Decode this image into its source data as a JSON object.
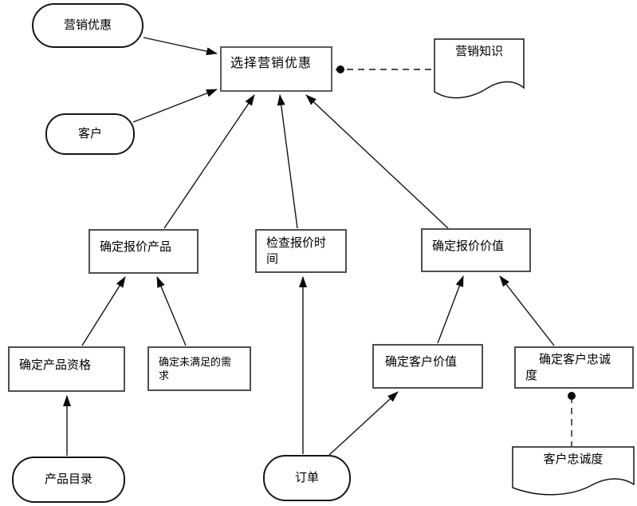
{
  "diagram": {
    "type": "flowchart",
    "background": "#ffffff",
    "colors": {
      "edge_line": "#141414",
      "process_border": "#4f4f4f",
      "shape_border": "#161616",
      "text": "#000000",
      "fill": "#ffffff"
    },
    "nodes": {
      "marketing_offer": {
        "label": "营销优惠",
        "shape": "rounded"
      },
      "customer": {
        "label": "客户",
        "shape": "rounded"
      },
      "select_marketing_offer": {
        "label": "选择营销优惠",
        "shape": "process"
      },
      "marketing_knowledge": {
        "label": "营销知识",
        "shape": "document"
      },
      "determine_quote_product": {
        "label": "确定报价产品",
        "shape": "process"
      },
      "check_quote_time": {
        "label": "检查报价时\n间",
        "shape": "process"
      },
      "determine_quote_value": {
        "label": "确定报价价值",
        "shape": "process"
      },
      "determine_product_qualification": {
        "label": "确定产品资格",
        "shape": "process"
      },
      "determine_unmet_needs": {
        "label": "确定未满足的需\n求",
        "shape": "process"
      },
      "determine_customer_value": {
        "label": "确定客户价值",
        "shape": "process"
      },
      "determine_customer_loyalty": {
        "label": "确定客户忠诚\n度",
        "shape": "process"
      },
      "product_catalog": {
        "label": "产品目录",
        "shape": "rounded"
      },
      "order": {
        "label": "订单",
        "shape": "rounded"
      },
      "customer_loyalty_doc": {
        "label": "客户忠诚度",
        "shape": "document"
      }
    },
    "edges": [
      {
        "from": "marketing_offer",
        "to": "select_marketing_offer",
        "type": "arrow"
      },
      {
        "from": "customer",
        "to": "select_marketing_offer",
        "type": "arrow"
      },
      {
        "from": "determine_quote_product",
        "to": "select_marketing_offer",
        "type": "arrow"
      },
      {
        "from": "check_quote_time",
        "to": "select_marketing_offer",
        "type": "arrow"
      },
      {
        "from": "determine_quote_value",
        "to": "select_marketing_offer",
        "type": "arrow"
      },
      {
        "from": "select_marketing_offer",
        "to": "marketing_knowledge",
        "type": "dashed-dot"
      },
      {
        "from": "determine_product_qualification",
        "to": "determine_quote_product",
        "type": "arrow"
      },
      {
        "from": "determine_unmet_needs",
        "to": "determine_quote_product",
        "type": "arrow"
      },
      {
        "from": "order",
        "to": "check_quote_time",
        "type": "arrow"
      },
      {
        "from": "determine_customer_value",
        "to": "determine_quote_value",
        "type": "arrow"
      },
      {
        "from": "determine_customer_loyalty",
        "to": "determine_quote_value",
        "type": "arrow"
      },
      {
        "from": "product_catalog",
        "to": "determine_product_qualification",
        "type": "arrow"
      },
      {
        "from": "order",
        "to": "determine_customer_value",
        "type": "arrow"
      },
      {
        "from": "determine_customer_loyalty",
        "to": "customer_loyalty_doc",
        "type": "dashed-dot"
      }
    ]
  }
}
